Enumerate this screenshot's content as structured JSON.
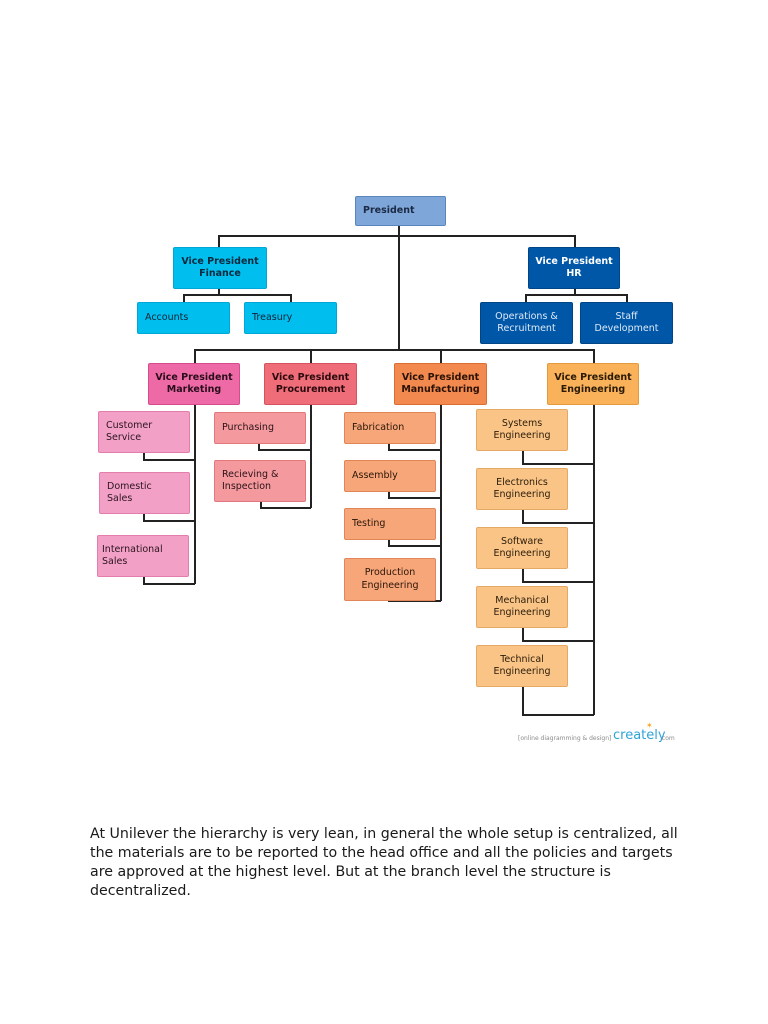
{
  "org_chart": {
    "president": "President",
    "vp_finance": "Vice President\nFinance",
    "finance_units": [
      "Accounts",
      "Treasury"
    ],
    "vp_hr": "Vice President\nHR",
    "hr_units": [
      "Operations &\nRecruitment",
      "Staff\nDevelopment"
    ],
    "vp_marketing": "Vice President\nMarketing",
    "marketing_units": [
      "Customer\nService",
      "Domestic\nSales",
      "International\nSales"
    ],
    "vp_procurement": "Vice President\nProcurement",
    "procurement_units": [
      "Purchasing",
      "Recieving &\nInspection"
    ],
    "vp_manufacturing": "Vice President\nManufacturing",
    "manufacturing_units": [
      "Fabrication",
      "Assembly",
      "Testing",
      "Production\nEngineering"
    ],
    "vp_engineering": "Vice President\nEngineering",
    "engineering_units": [
      "Systems\nEngineering",
      "Electronics\nEngineering",
      "Software\nEngineering",
      "Mechanical\nEngineering",
      "Technical\nEngineering"
    ]
  },
  "colors": {
    "president": "#7ea6d8",
    "finance": "#00bfef",
    "hr": "#0057a8",
    "marketing_vp": "#ee6aa6",
    "marketing_unit": "#f3a0c6",
    "procurement_vp": "#ee6d78",
    "procurement_unit": "#f49a9f",
    "manufacturing_vp": "#f2894e",
    "manufacturing_unit": "#f7a67a",
    "engineering_vp": "#f9b25a",
    "engineering_unit": "#fbc487"
  },
  "watermark": {
    "tagline": "[online diagramming & design]",
    "brand": "creately",
    "suffix": ".com"
  },
  "paragraph": "At Unilever the hierarchy is very lean, in general the whole setup is centralized, all the materials are to be reported to the head office and all the policies and targets are approved at the highest level. But at the branch level the structure is decentralized."
}
